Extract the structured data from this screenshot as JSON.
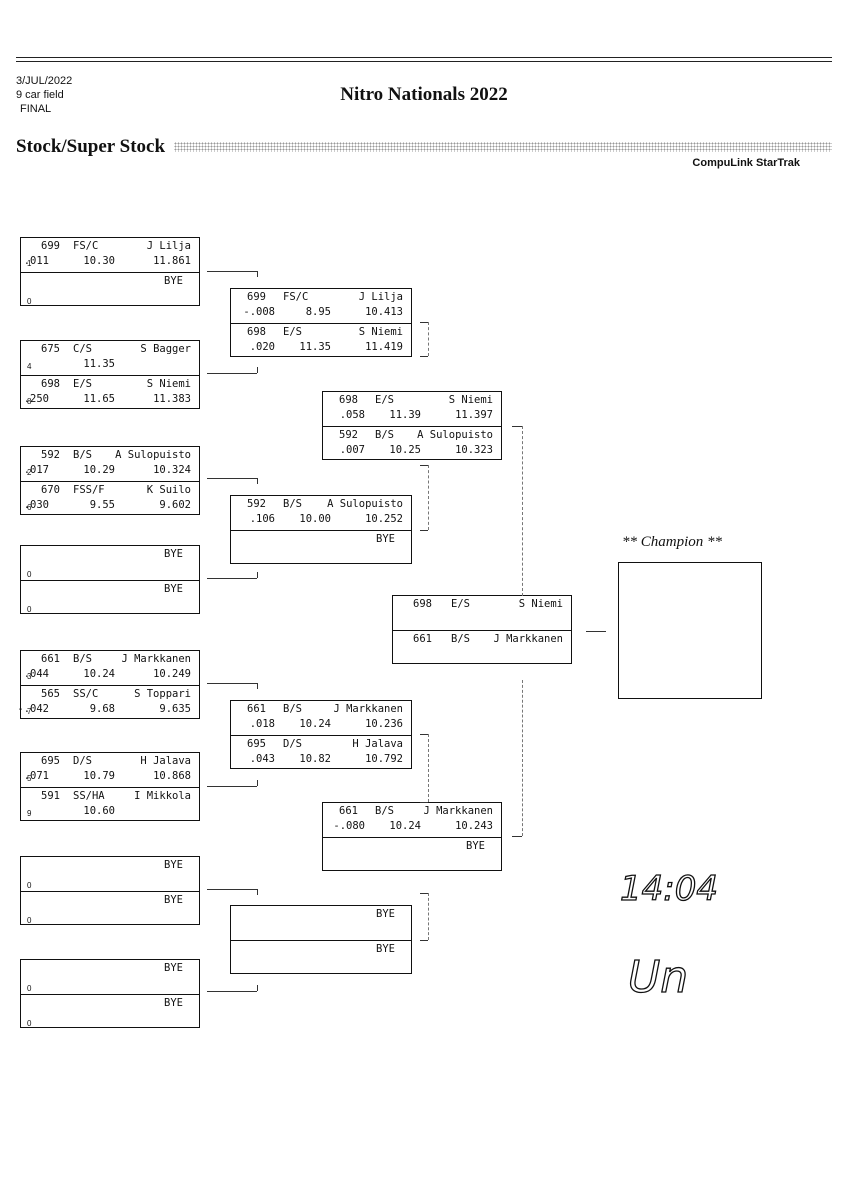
{
  "header": {
    "date": "3/JUL/2022",
    "field": "9 car field",
    "round": "FINAL",
    "title": "Nitro Nationals 2022",
    "class_name": "Stock/Super Stock",
    "software": "CompuLink StarTrak"
  },
  "champion_label": "** Champion **",
  "handwriting": {
    "time": "14:04",
    "initials": "Un"
  },
  "round1": [
    {
      "top": {
        "num": "699",
        "cls": "FS/C",
        "name": "J Lilja",
        "lane": "1",
        "rt": ".011",
        "dial": "10.30",
        "et": "11.861"
      },
      "bottom": {
        "bye": "BYE",
        "lane": "0"
      }
    },
    {
      "top": {
        "num": "675",
        "cls": "C/S",
        "name": "S Bagger",
        "lane": "4",
        "rt": "",
        "dial": "11.35",
        "et": ""
      },
      "bottom": {
        "num": "698",
        "cls": "E/S",
        "name": "S Niemi",
        "lane": "8",
        "rt": ".250",
        "dial": "11.65",
        "et": "11.383"
      }
    },
    {
      "top": {
        "num": "592",
        "cls": "B/S",
        "name": "A Sulopuisto",
        "lane": "2",
        "rt": ".017",
        "dial": "10.29",
        "et": "10.324"
      },
      "bottom": {
        "num": "670",
        "cls": "FSS/F",
        "name": "K Suilo",
        "lane": "6",
        "rt": ".030",
        "dial": "9.55",
        "et": "9.602"
      }
    },
    {
      "top": {
        "bye": "BYE",
        "lane": "0"
      },
      "bottom": {
        "bye": "BYE",
        "lane": "0"
      }
    },
    {
      "top": {
        "num": "661",
        "cls": "B/S",
        "name": "J Markkanen",
        "lane": "3",
        "rt": ".044",
        "dial": "10.24",
        "et": "10.249"
      },
      "bottom": {
        "num": "565",
        "cls": "SS/C",
        "name": "S Toppari",
        "lane": "7",
        "rt": "-.042",
        "dial": "9.68",
        "et": "9.635"
      }
    },
    {
      "top": {
        "num": "695",
        "cls": "D/S",
        "name": "H Jalava",
        "lane": "5",
        "rt": ".071",
        "dial": "10.79",
        "et": "10.868"
      },
      "bottom": {
        "num": "591",
        "cls": "SS/HA",
        "name": "I Mikkola",
        "lane": "9",
        "rt": "",
        "dial": "10.60",
        "et": ""
      }
    },
    {
      "top": {
        "bye": "BYE",
        "lane": "0"
      },
      "bottom": {
        "bye": "BYE",
        "lane": "0"
      }
    },
    {
      "top": {
        "bye": "BYE",
        "lane": "0"
      },
      "bottom": {
        "bye": "BYE",
        "lane": "0"
      }
    }
  ],
  "round2": [
    {
      "top": {
        "num": "699",
        "cls": "FS/C",
        "name": "J Lilja",
        "rt": "-.008",
        "dial": "8.95",
        "et": "10.413"
      },
      "bottom": {
        "num": "698",
        "cls": "E/S",
        "name": "S Niemi",
        "rt": ".020",
        "dial": "11.35",
        "et": "11.419"
      }
    },
    {
      "top": {
        "num": "592",
        "cls": "B/S",
        "name": "A Sulopuisto",
        "rt": ".106",
        "dial": "10.00",
        "et": "10.252"
      },
      "bottom": {
        "bye": "BYE"
      }
    },
    {
      "top": {
        "num": "661",
        "cls": "B/S",
        "name": "J Markkanen",
        "rt": ".018",
        "dial": "10.24",
        "et": "10.236"
      },
      "bottom": {
        "num": "695",
        "cls": "D/S",
        "name": "H Jalava",
        "rt": ".043",
        "dial": "10.82",
        "et": "10.792"
      }
    },
    {
      "top": {
        "bye": "BYE"
      },
      "bottom": {
        "bye": "BYE"
      }
    }
  ],
  "round3": [
    {
      "top": {
        "num": "698",
        "cls": "E/S",
        "name": "S Niemi",
        "rt": ".058",
        "dial": "11.39",
        "et": "11.397"
      },
      "bottom": {
        "num": "592",
        "cls": "B/S",
        "name": "A Sulopuisto",
        "rt": ".007",
        "dial": "10.25",
        "et": "10.323"
      }
    },
    {
      "top": {
        "num": "661",
        "cls": "B/S",
        "name": "J Markkanen",
        "rt": "-.080",
        "dial": "10.24",
        "et": "10.243"
      },
      "bottom": {
        "bye": "BYE"
      }
    }
  ],
  "final": {
    "top": {
      "num": "698",
      "cls": "E/S",
      "name": "S Niemi"
    },
    "bottom": {
      "num": "661",
      "cls": "B/S",
      "name": "J Markkanen"
    }
  }
}
